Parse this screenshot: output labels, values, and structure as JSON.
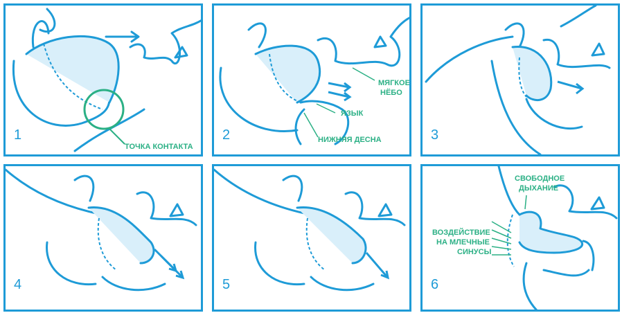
{
  "panels": [
    {
      "number": "1",
      "labels": [
        "ТОЧКА КОНТАКТА"
      ]
    },
    {
      "number": "2",
      "labels": [
        "МЯГКОЕ",
        "НЁБО",
        "ЯЗЫК",
        "НИЖНЯЯ ДЕСНА"
      ]
    },
    {
      "number": "3",
      "labels": []
    },
    {
      "number": "4",
      "labels": []
    },
    {
      "number": "5",
      "labels": []
    },
    {
      "number": "6",
      "labels": [
        "СВОБОДНОЕ",
        "ДЫХАНИЕ",
        "ВОЗДЕЙСТВИЕ",
        "НА МЛЕЧНЫЕ",
        "СИНУСЫ"
      ]
    }
  ],
  "colors": {
    "line": "#1e9bd7",
    "fill": "#d9effa",
    "label": "#2bb085"
  }
}
